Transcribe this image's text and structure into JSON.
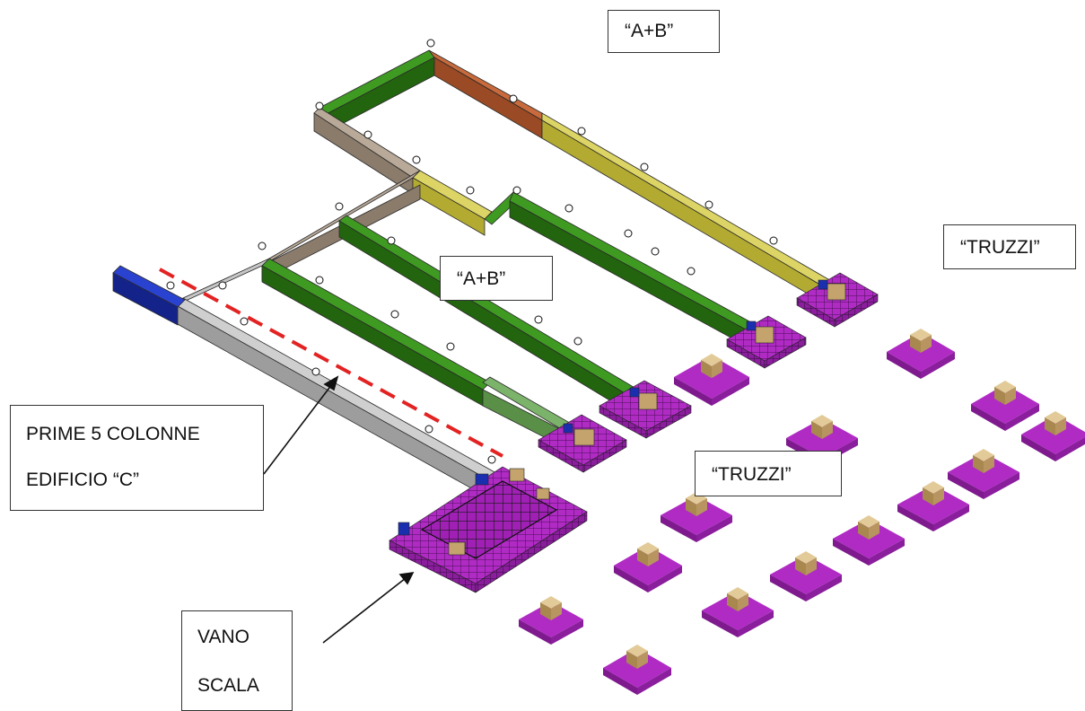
{
  "labels": {
    "ab_top": "“A+B”",
    "ab_mid": "“A+B”",
    "truzzi_right": "“TRUZZI”",
    "truzzi_mid": "“TRUZZI”",
    "prime_line1": "PRIME  5  COLONNE",
    "prime_line2": "EDIFICIO “C”",
    "vano_line1": "VANO",
    "vano_line2": "SCALA"
  },
  "colors": {
    "green": "#2f7a1a",
    "light_green": "#6fa55b",
    "brown_orange": "#b25a30",
    "olive": "#cfc64a",
    "taupe": "#a39483",
    "gray": "#b4b4b4",
    "blue": "#1a2fb0",
    "magenta": "#b02bc4",
    "cap": "#c4a46c",
    "dashed_red": "#e32222"
  }
}
